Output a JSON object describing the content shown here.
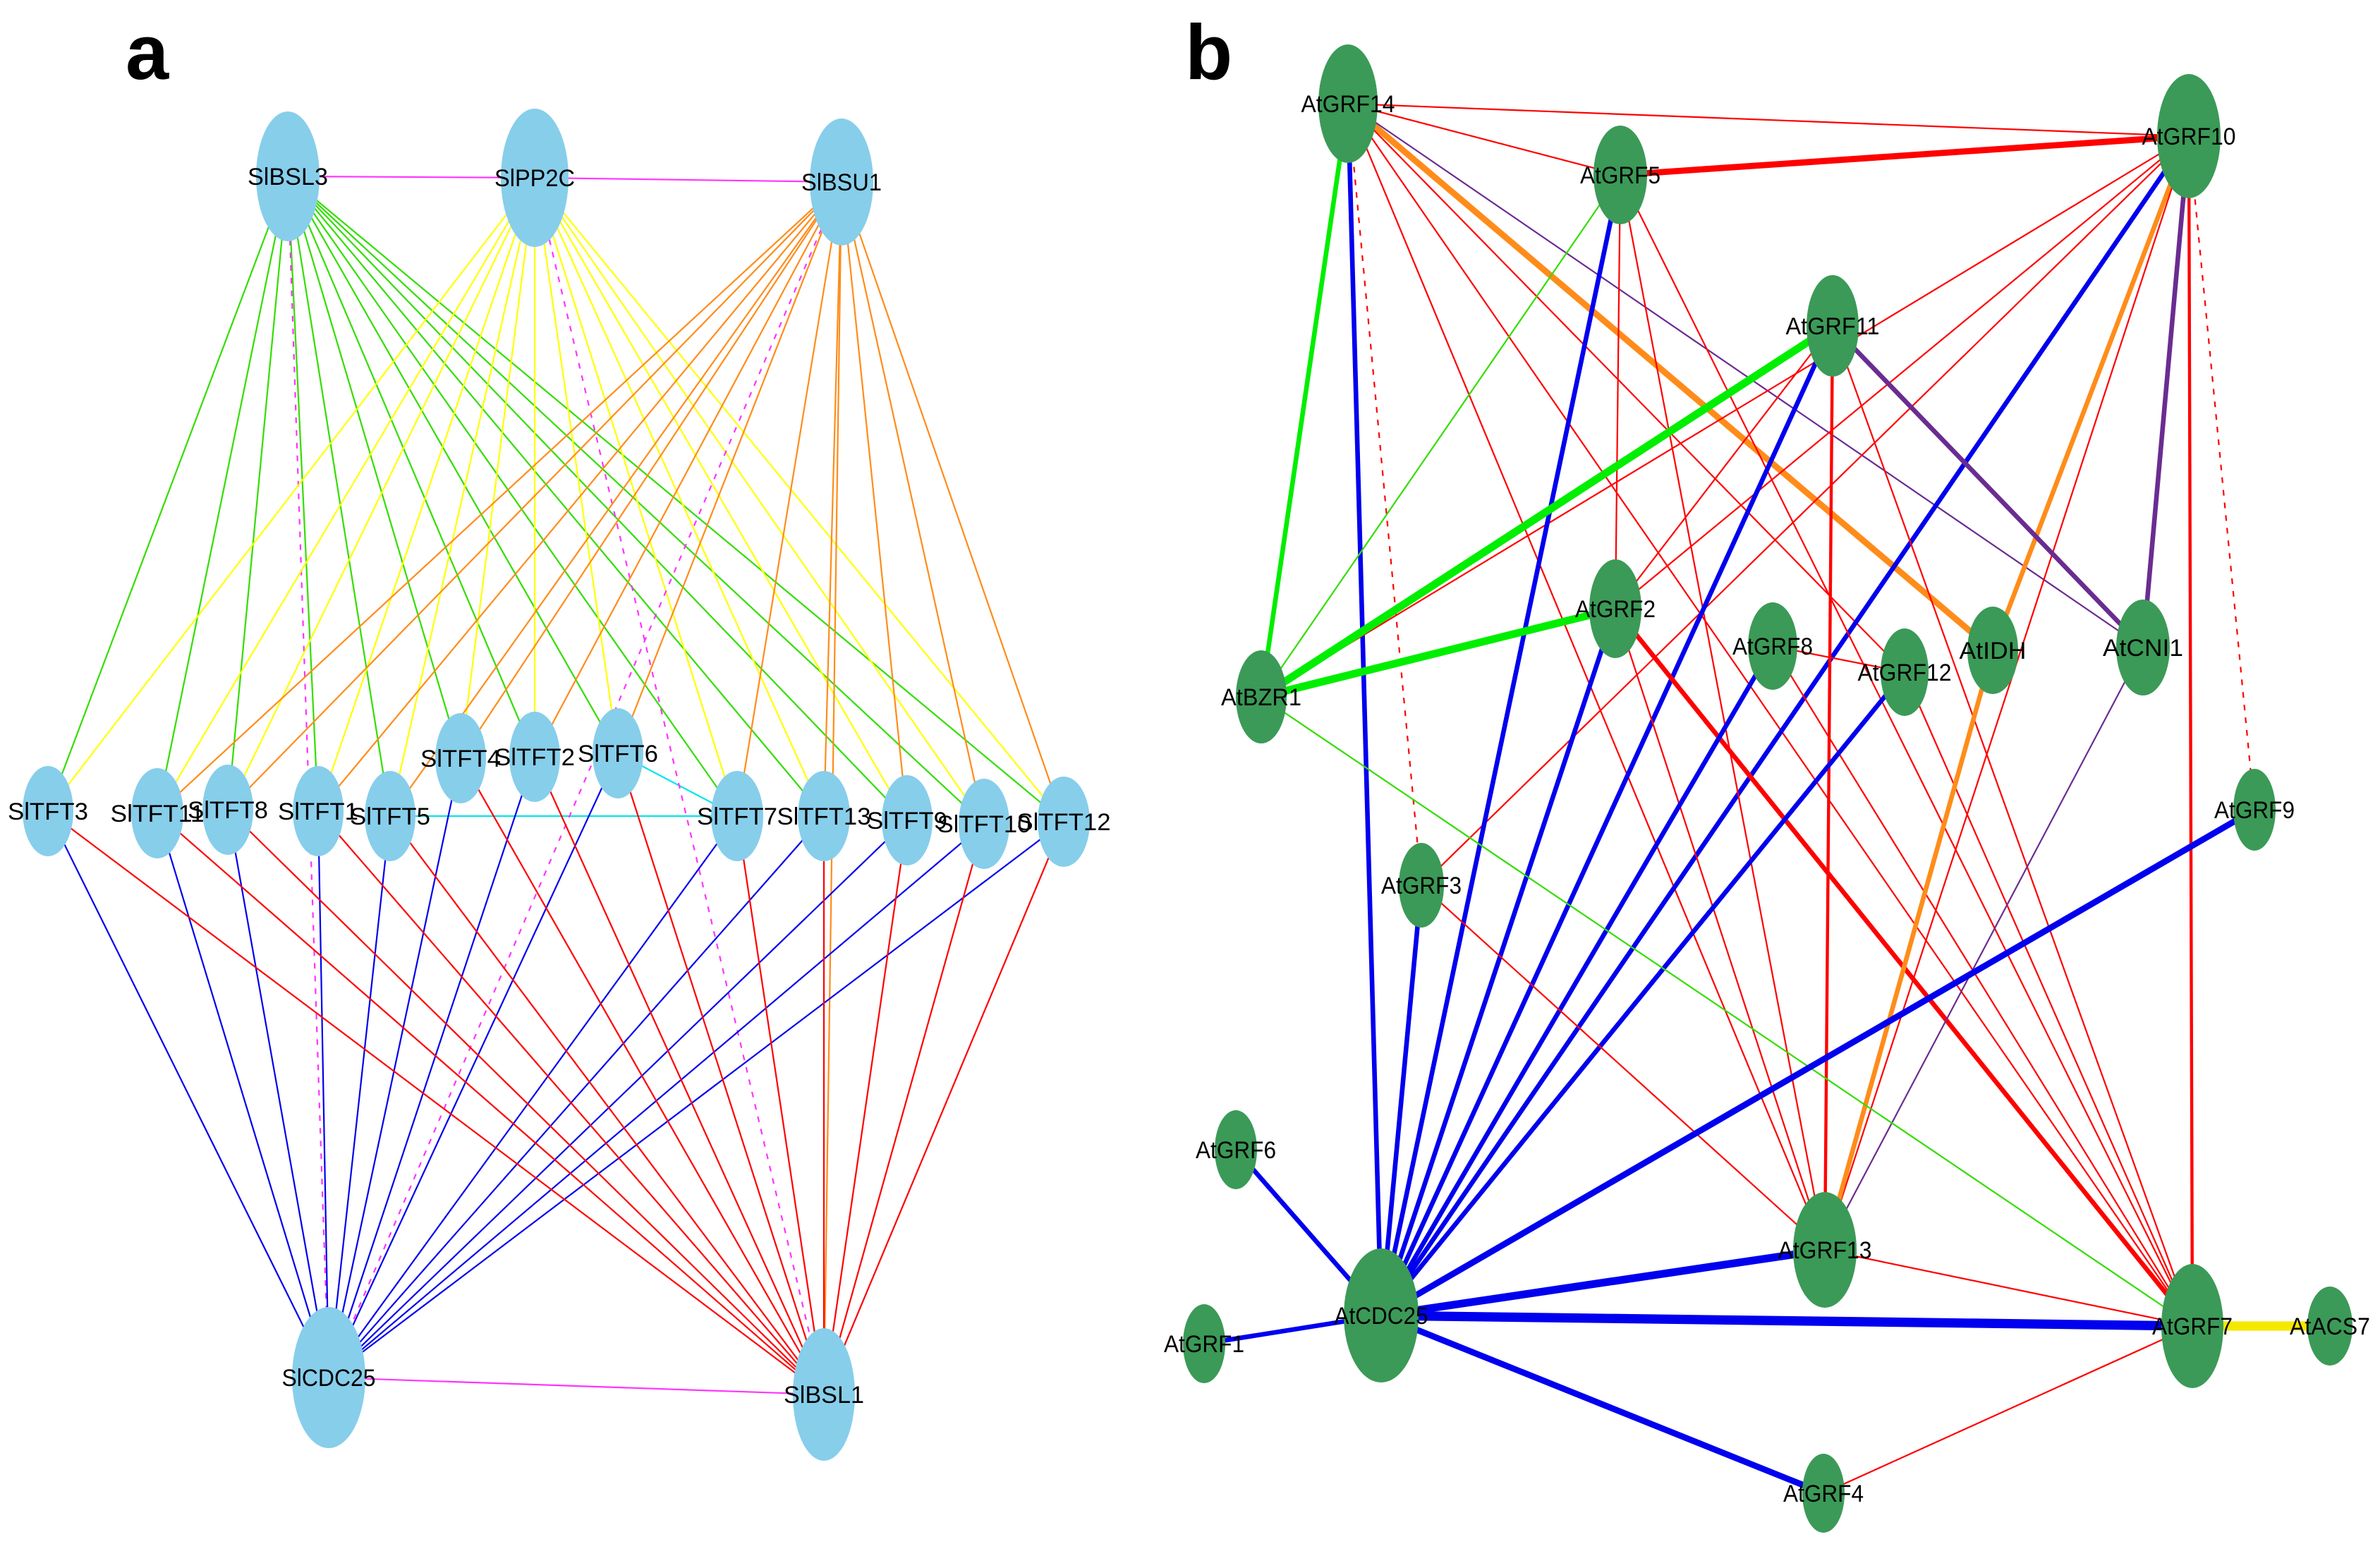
{
  "colors": {
    "node_a": "#87CEEB",
    "node_b": "#3B9A57",
    "red": "#FF0000",
    "blue": "#0000EE",
    "green": "#33DD00",
    "bright_green": "#00EE00",
    "yellow": "#FFFF00",
    "gold": "#F5E800",
    "orange": "#FF8C1A",
    "magenta": "#FF33FF",
    "cyan": "#00E5EE",
    "purple": "#6A2C91"
  },
  "panels": [
    {
      "label": "a",
      "nodes": [
        "SlBSL3",
        "SlPP2C",
        "SlBSU1",
        "SlTFT3",
        "SlTFT11",
        "SlTFT8",
        "SlTFT1",
        "SlTFT5",
        "SlTFT4",
        "SlTFT2",
        "SlTFT6",
        "SlTFT7",
        "SlTFT13",
        "SlTFT9",
        "SlTFT10",
        "SlTFT12",
        "SlCDC25",
        "SlBSL1"
      ],
      "edges": [
        [
          "SlBSL3",
          "SlPP2C",
          "magenta",
          1,
          false
        ],
        [
          "SlPP2C",
          "SlBSU1",
          "magenta",
          1,
          false
        ],
        [
          "SlCDC25",
          "SlBSL1",
          "magenta",
          1,
          false
        ],
        [
          "SlTFT5",
          "SlTFT7",
          "cyan",
          1,
          false
        ],
        [
          "SlTFT6",
          "SlTFT7",
          "cyan",
          1,
          false
        ],
        [
          "SlBSL3",
          "SlTFT3",
          "green",
          1,
          false
        ],
        [
          "SlBSL3",
          "SlTFT11",
          "green",
          1,
          false
        ],
        [
          "SlBSL3",
          "SlTFT8",
          "green",
          1,
          false
        ],
        [
          "SlBSL3",
          "SlTFT1",
          "green",
          1,
          false
        ],
        [
          "SlBSL3",
          "SlTFT5",
          "green",
          1,
          false
        ],
        [
          "SlBSL3",
          "SlTFT4",
          "green",
          1,
          false
        ],
        [
          "SlBSL3",
          "SlTFT2",
          "green",
          1,
          false
        ],
        [
          "SlBSL3",
          "SlTFT6",
          "green",
          1,
          false
        ],
        [
          "SlBSL3",
          "SlTFT7",
          "green",
          1,
          false
        ],
        [
          "SlBSL3",
          "SlTFT13",
          "green",
          1,
          false
        ],
        [
          "SlBSL3",
          "SlTFT9",
          "green",
          1,
          false
        ],
        [
          "SlBSL3",
          "SlTFT10",
          "green",
          1,
          false
        ],
        [
          "SlBSL3",
          "SlTFT12",
          "green",
          1,
          false
        ],
        [
          "SlBSL3",
          "SlCDC25",
          "magenta",
          1,
          true
        ],
        [
          "SlPP2C",
          "SlTFT3",
          "yellow",
          1,
          false
        ],
        [
          "SlPP2C",
          "SlTFT11",
          "yellow",
          1,
          false
        ],
        [
          "SlPP2C",
          "SlTFT8",
          "yellow",
          1,
          false
        ],
        [
          "SlPP2C",
          "SlTFT1",
          "yellow",
          1,
          false
        ],
        [
          "SlPP2C",
          "SlTFT5",
          "yellow",
          1,
          false
        ],
        [
          "SlPP2C",
          "SlTFT4",
          "yellow",
          1,
          false
        ],
        [
          "SlPP2C",
          "SlTFT2",
          "yellow",
          1,
          false
        ],
        [
          "SlPP2C",
          "SlTFT6",
          "yellow",
          1,
          false
        ],
        [
          "SlPP2C",
          "SlTFT7",
          "yellow",
          1,
          false
        ],
        [
          "SlPP2C",
          "SlTFT13",
          "yellow",
          1,
          false
        ],
        [
          "SlPP2C",
          "SlTFT9",
          "yellow",
          1,
          false
        ],
        [
          "SlPP2C",
          "SlTFT10",
          "yellow",
          1,
          false
        ],
        [
          "SlPP2C",
          "SlTFT12",
          "yellow",
          1,
          false
        ],
        [
          "SlPP2C",
          "SlBSL1",
          "magenta",
          1,
          true
        ],
        [
          "SlBSU1",
          "SlTFT11",
          "orange",
          1,
          false
        ],
        [
          "SlBSU1",
          "SlTFT8",
          "orange",
          1,
          false
        ],
        [
          "SlBSU1",
          "SlTFT1",
          "orange",
          1,
          false
        ],
        [
          "SlBSU1",
          "SlTFT5",
          "orange",
          1,
          false
        ],
        [
          "SlBSU1",
          "SlTFT4",
          "orange",
          1,
          false
        ],
        [
          "SlBSU1",
          "SlTFT2",
          "orange",
          1,
          false
        ],
        [
          "SlBSU1",
          "SlTFT6",
          "orange",
          1,
          false
        ],
        [
          "SlBSU1",
          "SlTFT7",
          "orange",
          1,
          false
        ],
        [
          "SlBSU1",
          "SlTFT13",
          "orange",
          1,
          false
        ],
        [
          "SlBSU1",
          "SlTFT9",
          "orange",
          1,
          false
        ],
        [
          "SlBSU1",
          "SlTFT10",
          "orange",
          1,
          false
        ],
        [
          "SlBSU1",
          "SlTFT12",
          "orange",
          1,
          false
        ],
        [
          "SlBSU1",
          "SlBSL1",
          "orange",
          1,
          false
        ],
        [
          "SlCDC25",
          "SlTFT3",
          "blue",
          1,
          false
        ],
        [
          "SlCDC25",
          "SlTFT11",
          "blue",
          1,
          false
        ],
        [
          "SlCDC25",
          "SlTFT8",
          "blue",
          1,
          false
        ],
        [
          "SlCDC25",
          "SlTFT1",
          "blue",
          1,
          false
        ],
        [
          "SlCDC25",
          "SlTFT5",
          "blue",
          1,
          false
        ],
        [
          "SlCDC25",
          "SlTFT4",
          "blue",
          1,
          false
        ],
        [
          "SlCDC25",
          "SlTFT2",
          "blue",
          1,
          false
        ],
        [
          "SlCDC25",
          "SlTFT6",
          "blue",
          1,
          false
        ],
        [
          "SlCDC25",
          "SlTFT7",
          "blue",
          1,
          false
        ],
        [
          "SlCDC25",
          "SlTFT13",
          "blue",
          1,
          false
        ],
        [
          "SlCDC25",
          "SlTFT9",
          "blue",
          1,
          false
        ],
        [
          "SlCDC25",
          "SlTFT10",
          "blue",
          1,
          false
        ],
        [
          "SlCDC25",
          "SlTFT12",
          "blue",
          1,
          false
        ],
        [
          "SlCDC25",
          "SlBSU1",
          "magenta",
          1,
          true
        ],
        [
          "SlBSL1",
          "SlTFT3",
          "red",
          1,
          false
        ],
        [
          "SlBSL1",
          "SlTFT11",
          "red",
          1,
          false
        ],
        [
          "SlBSL1",
          "SlTFT8",
          "red",
          1,
          false
        ],
        [
          "SlBSL1",
          "SlTFT1",
          "red",
          1,
          false
        ],
        [
          "SlBSL1",
          "SlTFT5",
          "red",
          1,
          false
        ],
        [
          "SlBSL1",
          "SlTFT4",
          "red",
          1,
          false
        ],
        [
          "SlBSL1",
          "SlTFT2",
          "red",
          1,
          false
        ],
        [
          "SlBSL1",
          "SlTFT6",
          "red",
          1,
          false
        ],
        [
          "SlBSL1",
          "SlTFT7",
          "red",
          1,
          false
        ],
        [
          "SlBSL1",
          "SlTFT13",
          "red",
          1,
          false
        ],
        [
          "SlBSL1",
          "SlTFT9",
          "red",
          1,
          false
        ],
        [
          "SlBSL1",
          "SlTFT10",
          "red",
          1,
          false
        ],
        [
          "SlBSL1",
          "SlTFT12",
          "red",
          1,
          false
        ]
      ]
    },
    {
      "label": "b",
      "nodes": [
        "AtGRF14",
        "AtGRF5",
        "AtGRF10",
        "AtGRF11",
        "AtGRF2",
        "AtGRF8",
        "AtGRF12",
        "AtIDH",
        "AtCNI1",
        "AtBZR1",
        "AtGRF9",
        "AtGRF3",
        "AtGRF6",
        "AtGRF1",
        "AtCDC25",
        "AtGRF13",
        "AtGRF7",
        "AtACS7",
        "AtGRF4"
      ],
      "edges": [
        [
          "AtGRF14",
          "AtGRF10",
          "red",
          1,
          false
        ],
        [
          "AtGRF5",
          "AtGRF10",
          "red",
          4,
          false
        ],
        [
          "AtGRF14",
          "AtGRF5",
          "red",
          1,
          false
        ],
        [
          "AtGRF14",
          "AtIDH",
          "orange",
          4,
          false
        ],
        [
          "AtGRF14",
          "AtCNI1",
          "purple",
          1,
          false
        ],
        [
          "AtGRF14",
          "AtGRF3",
          "red",
          1,
          true
        ],
        [
          "AtGRF14",
          "AtGRF12",
          "red",
          1,
          false
        ],
        [
          "AtGRF14",
          "AtGRF13",
          "red",
          1,
          false
        ],
        [
          "AtGRF14",
          "AtGRF7",
          "red",
          1,
          false
        ],
        [
          "AtGRF14",
          "AtBZR1",
          "bright_green",
          3,
          false
        ],
        [
          "AtGRF14",
          "AtCDC25",
          "blue",
          3,
          false
        ],
        [
          "AtGRF10",
          "AtGRF2",
          "red",
          1,
          false
        ],
        [
          "AtGRF10",
          "AtGRF3",
          "red",
          1,
          false
        ],
        [
          "AtGRF10",
          "AtBZR1",
          "red",
          1,
          false
        ],
        [
          "AtGRF10",
          "AtIDH",
          "orange",
          3,
          false
        ],
        [
          "AtGRF10",
          "AtCNI1",
          "purple",
          3,
          false
        ],
        [
          "AtGRF10",
          "AtGRF9",
          "red",
          1,
          true
        ],
        [
          "AtGRF10",
          "AtGRF7",
          "red",
          2,
          false
        ],
        [
          "AtGRF10",
          "AtGRF13",
          "red",
          1,
          false
        ],
        [
          "AtGRF10",
          "AtCDC25",
          "blue",
          3,
          false
        ],
        [
          "AtGRF5",
          "AtGRF2",
          "red",
          1,
          false
        ],
        [
          "AtGRF5",
          "AtBZR1",
          "green",
          1,
          false
        ],
        [
          "AtGRF5",
          "AtGRF7",
          "red",
          1,
          false
        ],
        [
          "AtGRF5",
          "AtGRF13",
          "red",
          1,
          false
        ],
        [
          "AtGRF5",
          "AtCDC25",
          "blue",
          3,
          false
        ],
        [
          "AtGRF11",
          "AtCNI1",
          "purple",
          3,
          false
        ],
        [
          "AtGRF11",
          "AtBZR1",
          "bright_green",
          5,
          false
        ],
        [
          "AtGRF11",
          "AtGRF13",
          "red",
          2,
          false
        ],
        [
          "AtGRF11",
          "AtGRF7",
          "red",
          1,
          false
        ],
        [
          "AtGRF11",
          "AtGRF2",
          "red",
          1,
          false
        ],
        [
          "AtGRF11",
          "AtCDC25",
          "blue",
          3,
          false
        ],
        [
          "AtGRF2",
          "AtBZR1",
          "bright_green",
          5,
          false
        ],
        [
          "AtGRF2",
          "AtGRF7",
          "red",
          3,
          false
        ],
        [
          "AtGRF2",
          "AtGRF13",
          "red",
          1,
          false
        ],
        [
          "AtGRF2",
          "AtCDC25",
          "blue",
          3,
          false
        ],
        [
          "AtGRF8",
          "AtGRF12",
          "red",
          1,
          false
        ],
        [
          "AtGRF8",
          "AtGRF7",
          "red",
          1,
          false
        ],
        [
          "AtGRF8",
          "AtCDC25",
          "blue",
          3,
          false
        ],
        [
          "AtGRF12",
          "AtCDC25",
          "blue",
          3,
          false
        ],
        [
          "AtGRF12",
          "AtGRF7",
          "red",
          1,
          false
        ],
        [
          "AtIDH",
          "AtGRF13",
          "orange",
          3,
          false
        ],
        [
          "AtCNI1",
          "AtGRF13",
          "purple",
          1,
          false
        ],
        [
          "AtBZR1",
          "AtGRF7",
          "green",
          1,
          false
        ],
        [
          "AtGRF3",
          "AtGRF13",
          "red",
          1,
          false
        ],
        [
          "AtGRF3",
          "AtCDC25",
          "blue",
          3,
          false
        ],
        [
          "AtGRF9",
          "AtCDC25",
          "blue",
          4,
          false
        ],
        [
          "AtGRF6",
          "AtCDC25",
          "blue",
          3,
          false
        ],
        [
          "AtGRF1",
          "AtCDC25",
          "blue",
          3,
          false
        ],
        [
          "AtCDC25",
          "AtGRF13",
          "blue",
          5,
          false
        ],
        [
          "AtCDC25",
          "AtGRF7",
          "blue",
          6,
          false
        ],
        [
          "AtCDC25",
          "AtGRF4",
          "blue",
          4,
          false
        ],
        [
          "AtGRF13",
          "AtGRF7",
          "red",
          1,
          false
        ],
        [
          "AtGRF4",
          "AtGRF7",
          "red",
          1,
          false
        ],
        [
          "AtGRF7",
          "AtACS7",
          "gold",
          6,
          false
        ]
      ]
    }
  ]
}
